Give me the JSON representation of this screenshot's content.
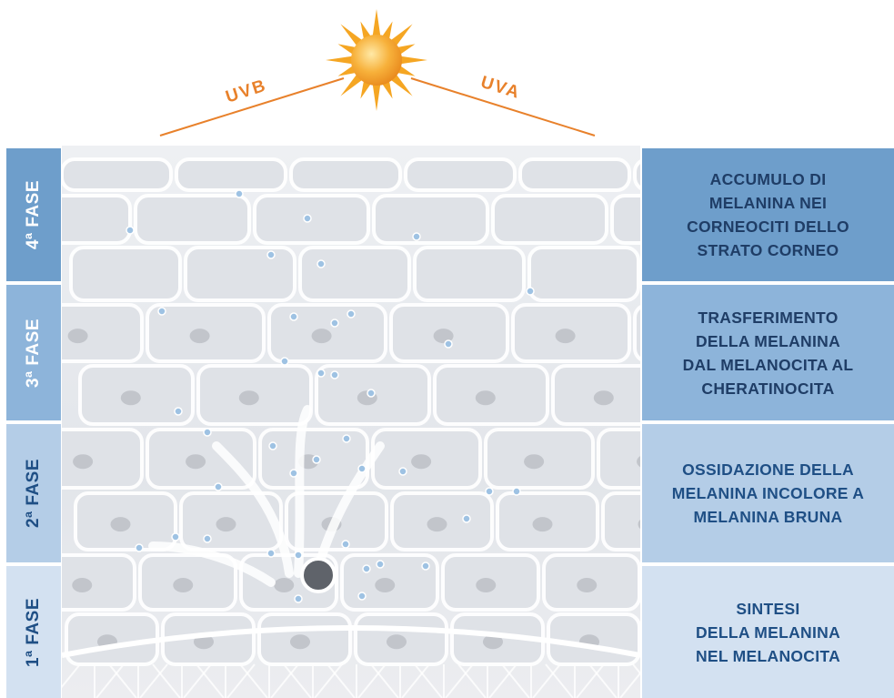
{
  "rays": {
    "left_label": "UVB",
    "right_label": "UVA"
  },
  "phases": [
    {
      "label": "4ª FASE",
      "description": "ACCUMULO DI\nMELANINA NEI\nCORNEOCITI DELLO\nSTRATO CORNEO"
    },
    {
      "label": "3ª FASE",
      "description": "TRASFERIMENTO\nDELLA MELANINA\nDAL MELANOCITA AL\nCHERATINOCITA"
    },
    {
      "label": "2ª FASE",
      "description": "OSSIDAZIONE DELLA\nMELANINA INCOLORE A\nMELANINA BRUNA"
    },
    {
      "label": "1ª FASE",
      "description": "SINTESI\nDELLA MELANINA\nNEL MELANOCITA"
    }
  ],
  "colors": {
    "ray": "#e8812b",
    "phase4": "#6e9ecb",
    "phase3": "#8db4da",
    "phase2": "#b4cde7",
    "phase1": "#d3e1f1",
    "dark_text": "#1f4f85"
  }
}
